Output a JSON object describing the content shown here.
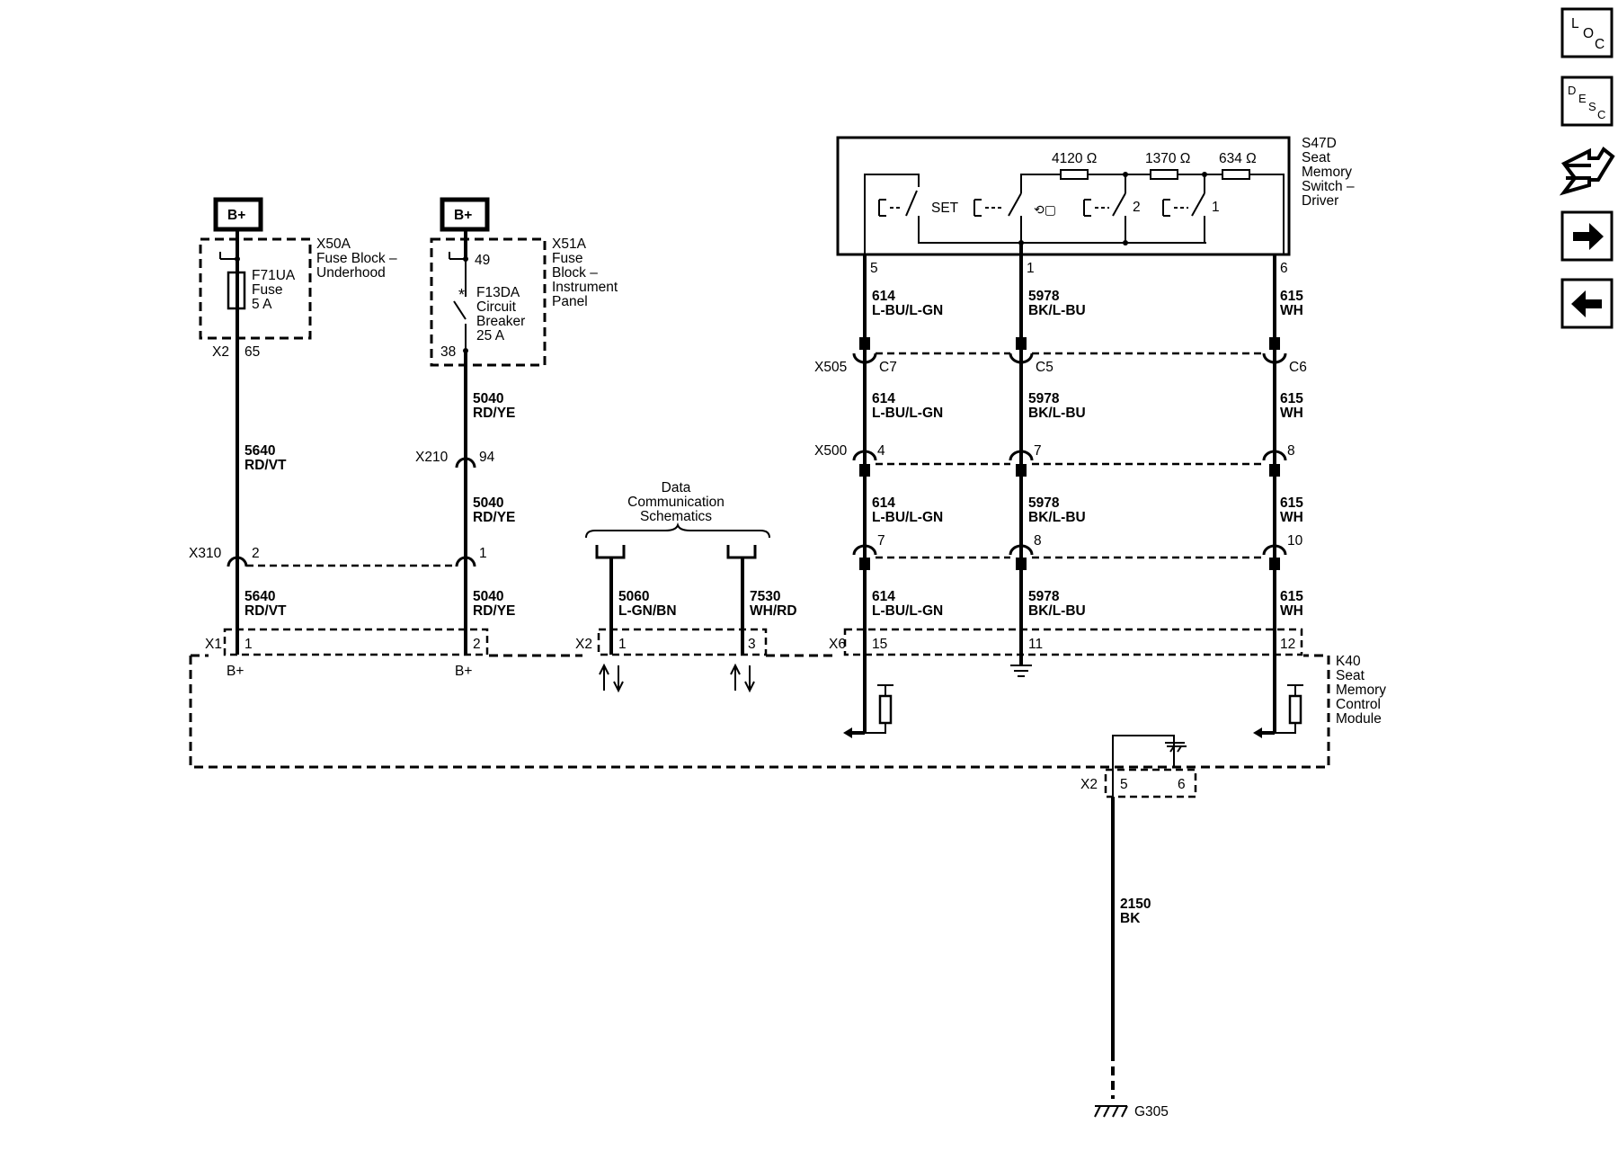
{
  "nav": {
    "loc": {
      "l": "L",
      "o": "O",
      "c": "C"
    },
    "desc": {
      "d": "D",
      "e": "E",
      "s": "S",
      "c": "C"
    }
  },
  "supply": {
    "bplus_left": "B+",
    "bplus_right": "B+"
  },
  "fuse_block_underhood": {
    "id": "X50A",
    "name1": "Fuse Block –",
    "name2": "Underhood",
    "fuse_id": "F71UA",
    "fuse_type": "Fuse",
    "fuse_rating": "5 A",
    "conn": "X2",
    "pin": "65"
  },
  "fuse_block_ip": {
    "id": "X51A",
    "name1": "Fuse",
    "name2": "Block –",
    "name3": "Instrument",
    "name4": "Panel",
    "pin_in": "49",
    "cb_id": "F13DA",
    "cb_type1": "Circuit",
    "cb_type2": "Breaker",
    "cb_rating": "25 A",
    "pin_out": "38"
  },
  "wires": {
    "w5640": {
      "circuit": "5640",
      "color": "RD/VT"
    },
    "w5040": {
      "circuit": "5040",
      "color": "RD/YE"
    },
    "w5060": {
      "circuit": "5060",
      "color": "L-GN/BN"
    },
    "w7530": {
      "circuit": "7530",
      "color": "WH/RD"
    },
    "w614": {
      "circuit": "614",
      "color": "L-BU/L-GN"
    },
    "w5978": {
      "circuit": "5978",
      "color": "BK/L-BU"
    },
    "w615": {
      "circuit": "615",
      "color": "WH"
    },
    "w2150": {
      "circuit": "2150",
      "color": "BK"
    }
  },
  "connectors": {
    "x210": {
      "id": "X210",
      "pin": "94"
    },
    "x310": {
      "id": "X310",
      "pin_a": "2",
      "pin_b": "1"
    },
    "x505": {
      "id": "X505",
      "pin_a": "C7",
      "pin_b": "C5",
      "pin_c": "C6"
    },
    "x500": {
      "id": "X500",
      "pin_a": "4",
      "pin_b": "7",
      "pin_c": "8"
    },
    "inline3": {
      "pin_a": "7",
      "pin_b": "8",
      "pin_c": "10"
    },
    "module_x1": {
      "id": "X1",
      "pin_a": "1",
      "pin_b": "2"
    },
    "module_x2a": {
      "id": "X2",
      "pin_a": "1",
      "pin_b": "3"
    },
    "module_x6": {
      "id": "X6",
      "pin_a": "15",
      "pin_b": "11",
      "pin_c": "12"
    },
    "module_x2b": {
      "id": "X2",
      "pin_a": "5",
      "pin_b": "6"
    }
  },
  "data_comm": {
    "line1": "Data",
    "line2": "Communication",
    "line3": "Schematics"
  },
  "switch": {
    "id": "S47D",
    "name1": "Seat",
    "name2": "Memory",
    "name3": "Switch –",
    "name4": "Driver",
    "r1": "4120 Ω",
    "r2": "1370 Ω",
    "r3": "634 Ω",
    "set_label": "SET",
    "sw2_label": "2",
    "sw1_label": "1",
    "pin_a": "5",
    "pin_b": "1",
    "pin_c": "6"
  },
  "module": {
    "id": "K40",
    "name1": "Seat",
    "name2": "Memory",
    "name3": "Control",
    "name4": "Module",
    "bplus1": "B+",
    "bplus2": "B+"
  },
  "ground": {
    "id": "G305"
  }
}
